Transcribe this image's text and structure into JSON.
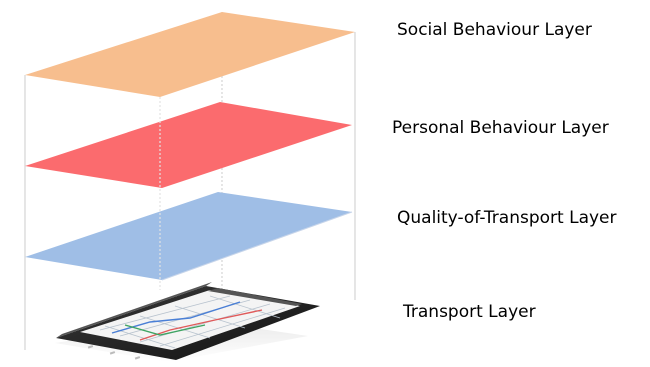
{
  "diagram": {
    "layers": [
      {
        "label": "Social Behaviour Layer",
        "color": "#F7BE8E"
      },
      {
        "label": "Personal Behaviour Layer",
        "color": "#FB6B6E"
      },
      {
        "label": "Quality-of-Transport Layer",
        "color": "#9FBEE6"
      },
      {
        "label": "Transport Layer",
        "device": "smartphone-map"
      }
    ],
    "connector_color": "#d4d4d4"
  }
}
